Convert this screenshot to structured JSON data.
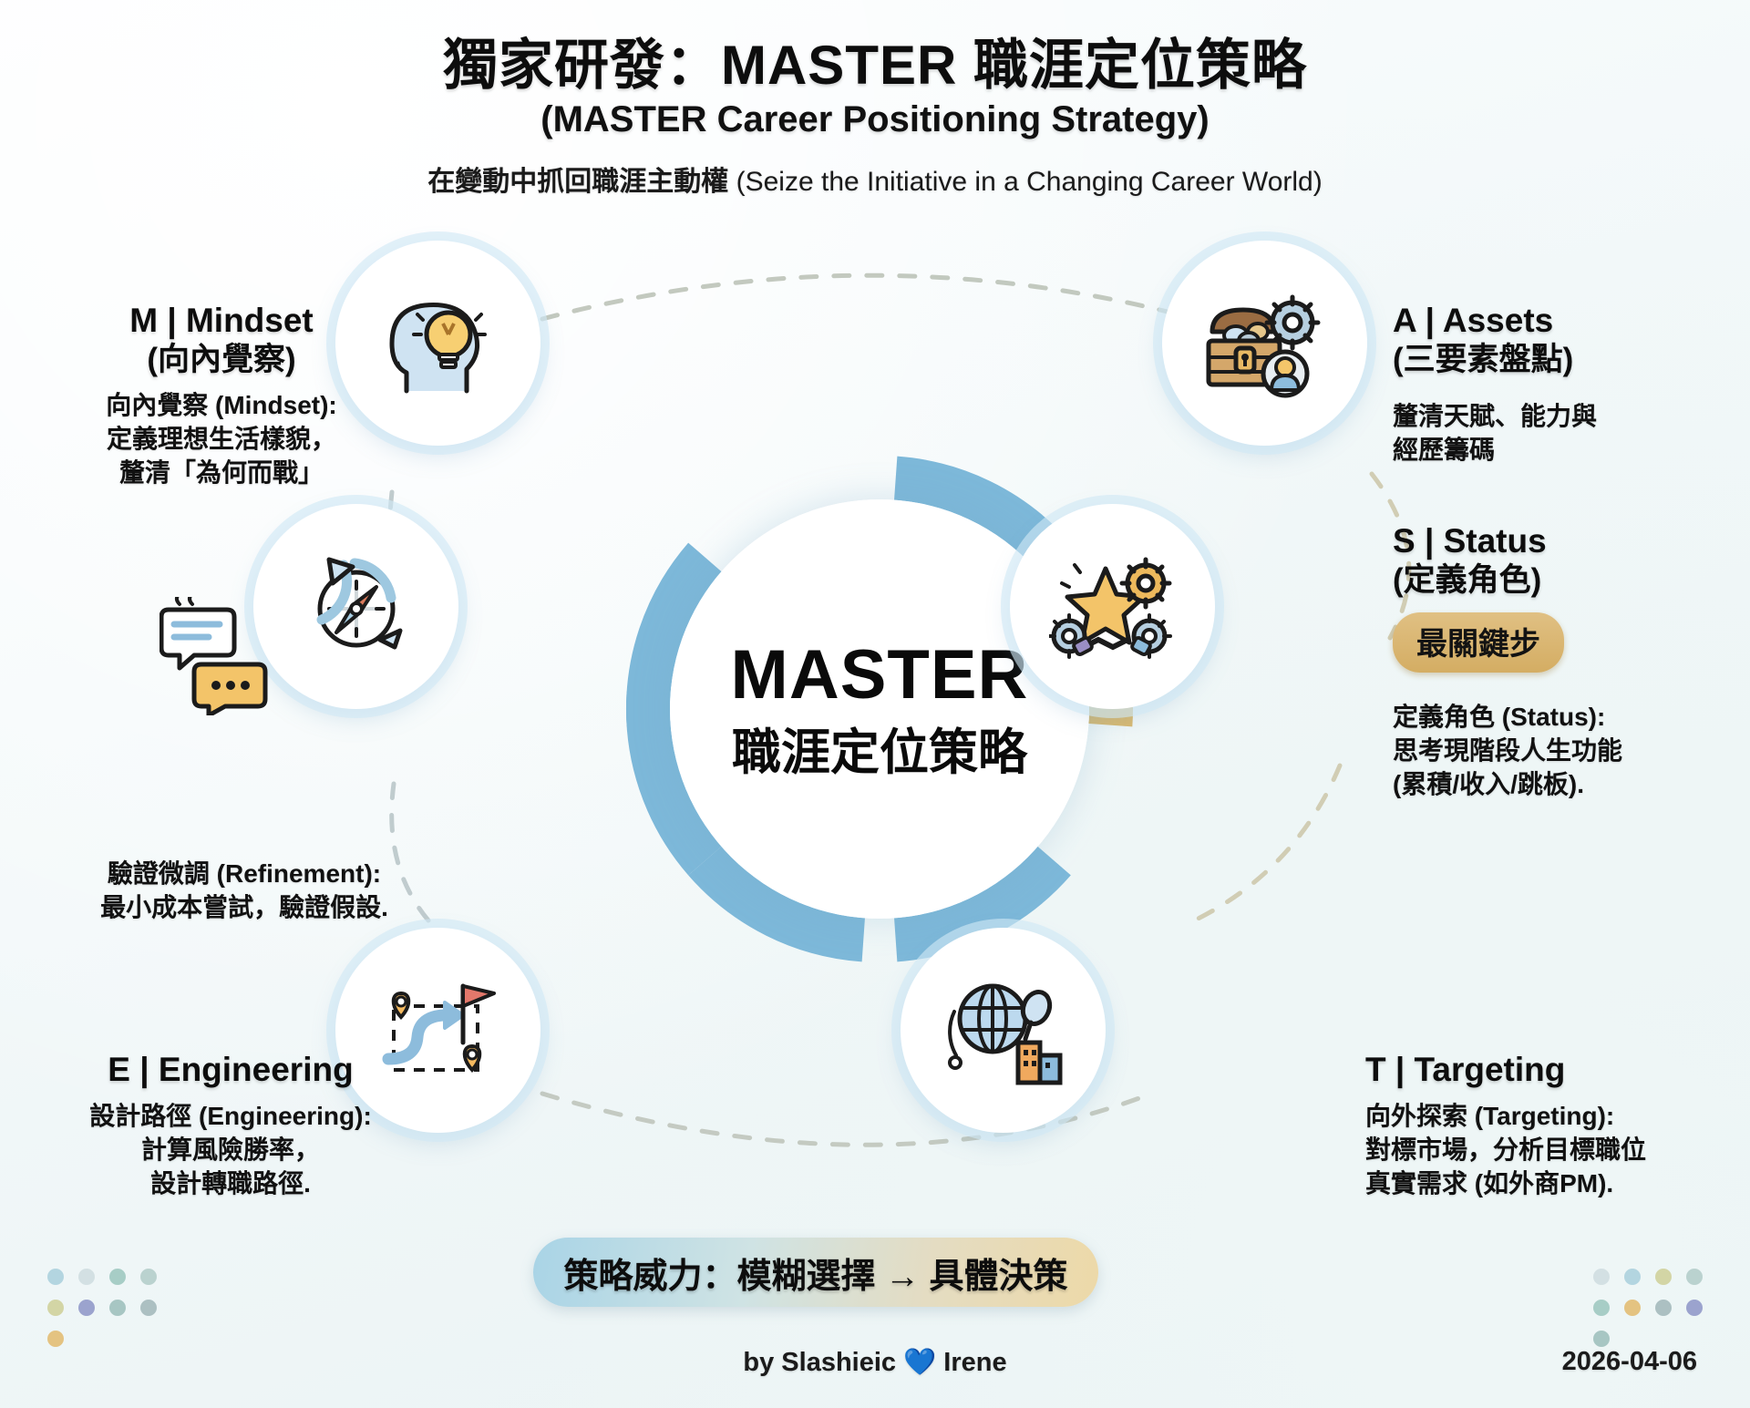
{
  "header": {
    "title_zh": "獨家研發：MASTER 職涯定位策略",
    "title_en": "(MASTER Career Positioning Strategy)",
    "tagline_zh": "在變動中抓回職涯主動權",
    "tagline_en": " (Seize the Initiative in a Changing Career World)"
  },
  "hub": {
    "acronym": "MASTER",
    "subtitle": "職涯定位策略"
  },
  "nodes": [
    {
      "key": "mindset",
      "heading": "M | Mindset",
      "heading_zh": "(向內覺察)",
      "body": "向內覺察 (Mindset):\n定義理想生活樣貌，\n釐清「為何而戰」",
      "icon": "head-lightbulb-icon"
    },
    {
      "key": "assets",
      "heading": "A | Assets",
      "heading_zh": "(三要素盤點)",
      "body": "釐清天賦、能力與\n經歷籌碼",
      "icon": "treasure-chest-icon"
    },
    {
      "key": "status",
      "heading": "S | Status",
      "heading_zh": "(定義角色)",
      "badge": "最關鍵步",
      "body": "定義角色 (Status):\n思考現階段人生功能\n(累積/收入/跳板).",
      "icon": "star-gears-handshake-icon"
    },
    {
      "key": "targeting",
      "heading": "T | Targeting",
      "body": "向外探索 (Targeting):\n對標市場，分析目標職位\n真實需求 (如外商PM).",
      "icon": "globe-city-icon"
    },
    {
      "key": "engineering",
      "heading": "E | Engineering",
      "body": "設計路徑 (Engineering):\n計算風險勝率，\n設計轉職路徑.",
      "icon": "route-flag-icon"
    },
    {
      "key": "refinement",
      "body": "驗證微調 (Refinement):\n最小成本嘗試，驗證假設.",
      "icon": "compass-refresh-icon"
    }
  ],
  "banner": {
    "text": "策略威力：模糊選擇 → 具體決策"
  },
  "footer": {
    "credit_prefix": "by Slashieic ",
    "credit_heart": "💙",
    "credit_suffix": " Irene",
    "date": "2026-04-06"
  },
  "colors": {
    "ring_blue": "#7db8d9",
    "ring_gold": "#d9b970",
    "badge_gold": "#d4ad63",
    "accent_heart": "#3b82f6",
    "node_halo": "#d1e9f5"
  },
  "decor": {
    "dots_left": [
      "#9fc9d8",
      "#c9d8dc",
      "#8fbfb6",
      "#a8c6c2",
      "#c9c98a",
      "#7f87c0",
      "#8fb6b2",
      "#96aeb0",
      "#e0b259"
    ],
    "dots_right": [
      "#c9d8dc",
      "#9fc9d8",
      "#c9c98a",
      "#a8c6c2",
      "#8fbfb6",
      "#e0b259",
      "#96aeb0",
      "#7f87c0",
      "#8fb6b2"
    ]
  }
}
